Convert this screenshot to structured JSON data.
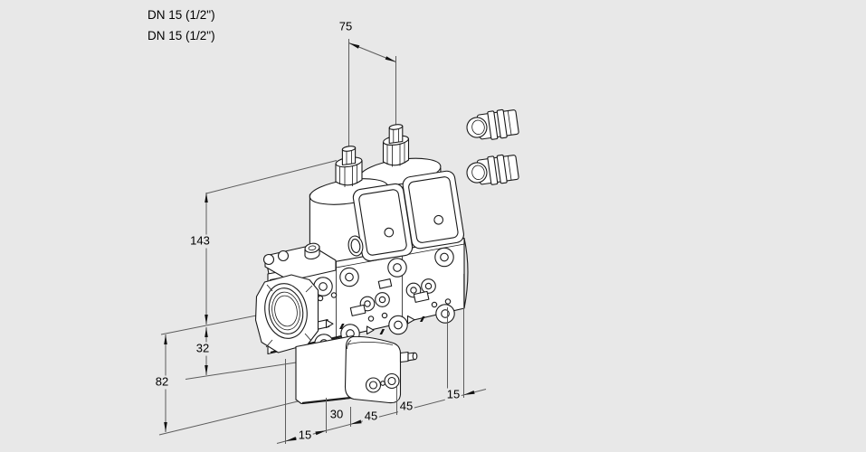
{
  "drawing": {
    "type": "dimensioned technical illustration of a double solenoid gas valve",
    "port_labels": {
      "port1": "DN 15 (1/2\")",
      "port2": "DN 15 (1/2\")"
    },
    "dimensions": {
      "top_width": "75",
      "height_upper": "143",
      "height_lower": "32",
      "height_base": "82",
      "depth_left_offset": "15",
      "depth_flange": "30",
      "depth_section1": "45",
      "depth_section2": "45",
      "depth_right_offset": "15"
    },
    "colors": {
      "background": "#e8e8e8",
      "line_art": "#1a1a1a",
      "dimension_lines": "#5c5c5c",
      "text": "#000000"
    }
  }
}
